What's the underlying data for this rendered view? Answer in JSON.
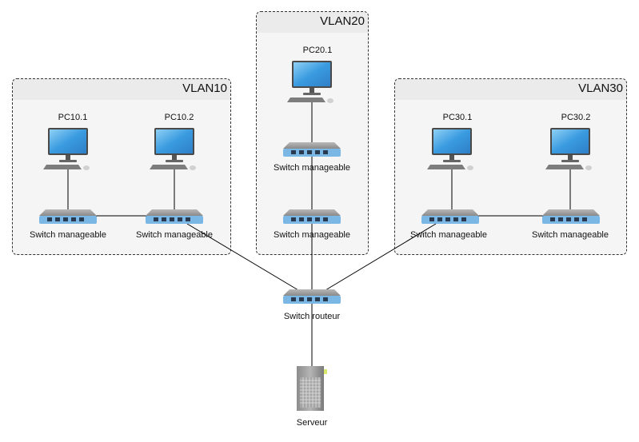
{
  "vlans": [
    {
      "id": "vlan10",
      "title": "VLAN10"
    },
    {
      "id": "vlan20",
      "title": "VLAN20"
    },
    {
      "id": "vlan30",
      "title": "VLAN30"
    }
  ],
  "pcs": [
    {
      "id": "pc10-1",
      "label": "PC10.1"
    },
    {
      "id": "pc10-2",
      "label": "PC10.2"
    },
    {
      "id": "pc20-1",
      "label": "PC20.1"
    },
    {
      "id": "pc30-1",
      "label": "PC30.1"
    },
    {
      "id": "pc30-2",
      "label": "PC30.2"
    }
  ],
  "switches": [
    {
      "id": "sw10-1",
      "label": "Switch manageable"
    },
    {
      "id": "sw10-2",
      "label": "Switch manageable"
    },
    {
      "id": "sw20-1",
      "label": "Switch manageable"
    },
    {
      "id": "sw20-2",
      "label": "Switch manageable"
    },
    {
      "id": "sw30-1",
      "label": "Switch manageable"
    },
    {
      "id": "sw30-2",
      "label": "Switch manageable"
    },
    {
      "id": "router",
      "label": "Switch routeur"
    }
  ],
  "server": {
    "label": "Serveur"
  },
  "links": [
    [
      "pc10-1",
      "sw10-1"
    ],
    [
      "pc10-2",
      "sw10-2"
    ],
    [
      "sw10-1",
      "sw10-2"
    ],
    [
      "pc20-1",
      "sw20-1"
    ],
    [
      "sw20-1",
      "sw20-2"
    ],
    [
      "pc30-1",
      "sw30-1"
    ],
    [
      "pc30-2",
      "sw30-2"
    ],
    [
      "sw30-1",
      "sw30-2"
    ],
    [
      "sw10-2",
      "router"
    ],
    [
      "sw20-2",
      "router"
    ],
    [
      "sw30-1",
      "router"
    ],
    [
      "router",
      "server"
    ]
  ]
}
